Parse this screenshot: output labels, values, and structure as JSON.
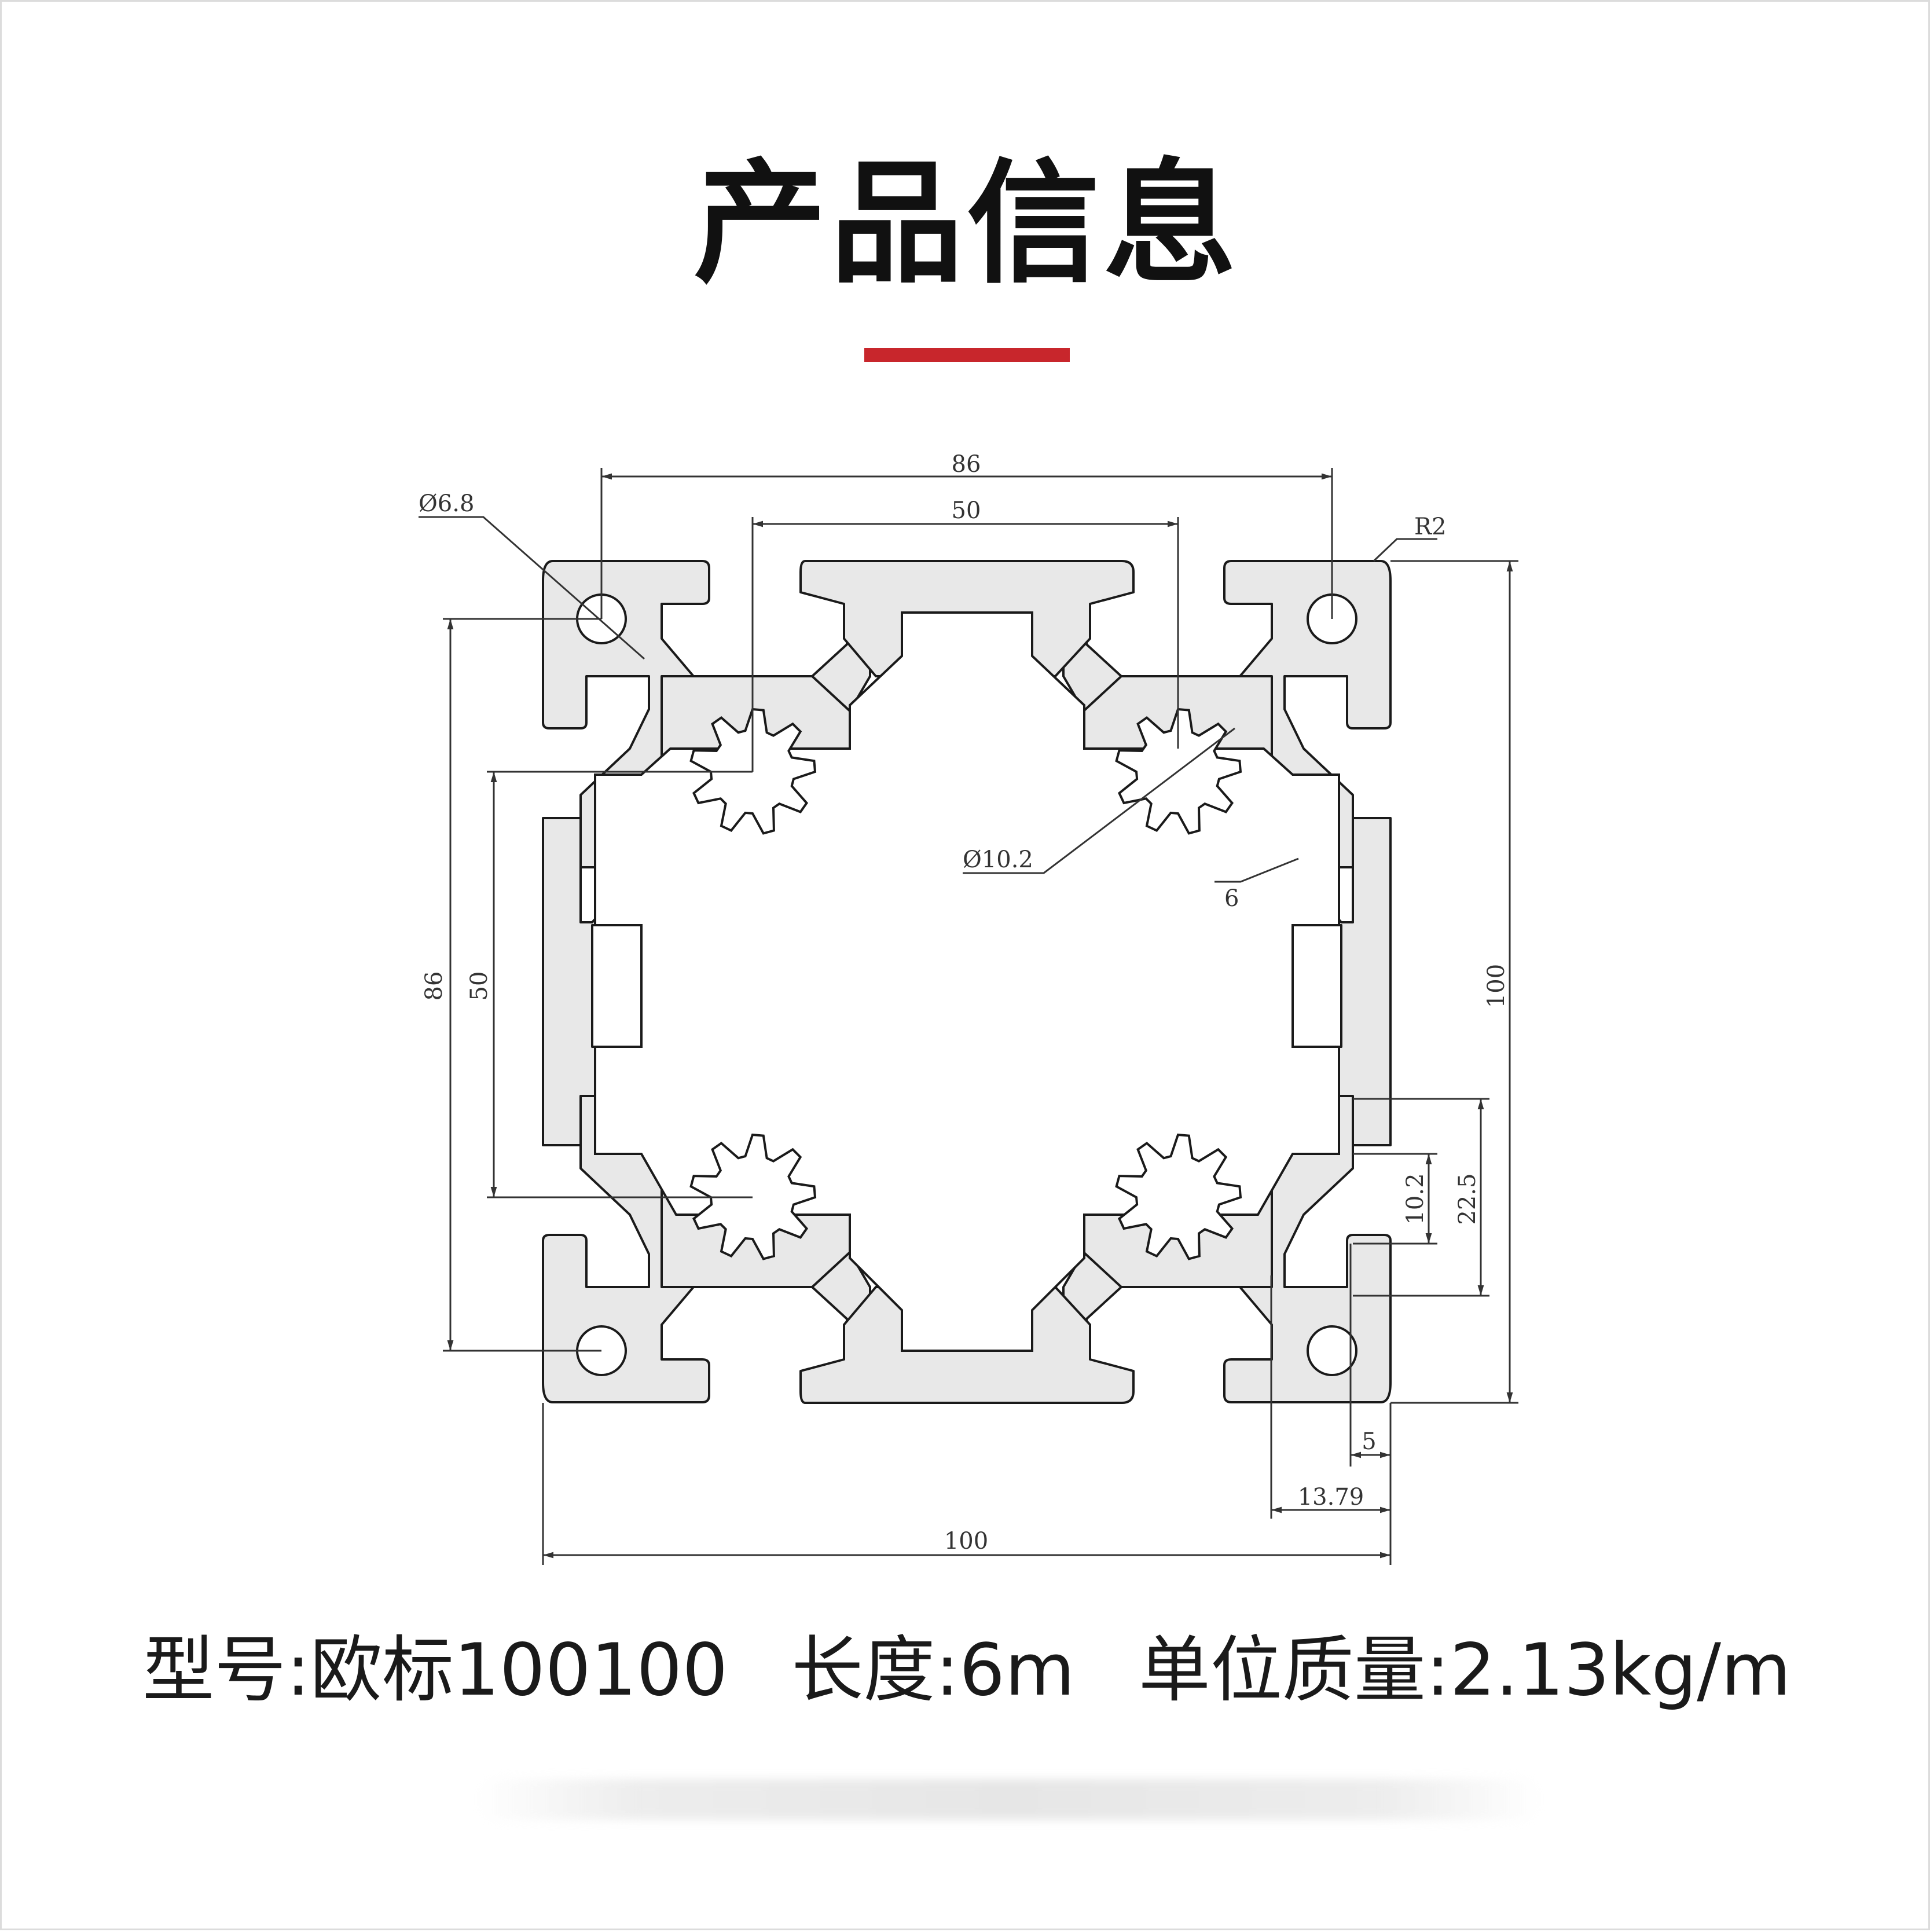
{
  "title": "产品信息",
  "colors": {
    "accent": "#c8262c",
    "profile_fill": "#e8e8e8",
    "profile_stroke": "#1a1a1a",
    "dimension_line": "#333333"
  },
  "dimensions": {
    "top_outer": "86",
    "top_inner": "50",
    "hole_diameter": "Ø6.8",
    "corner_radius": "R2",
    "left_outer": "86",
    "left_inner": "50",
    "core_hole": "Ø10.2",
    "wall": "6",
    "height": "100",
    "slot_width": "10.2",
    "slot_depth": "22.5",
    "lip": "5",
    "offset": "13.79",
    "width": "100"
  },
  "specs": {
    "model": "型号:欧标100100",
    "length": "长度:6m",
    "mass": "单位质量:2.13kg/m"
  }
}
